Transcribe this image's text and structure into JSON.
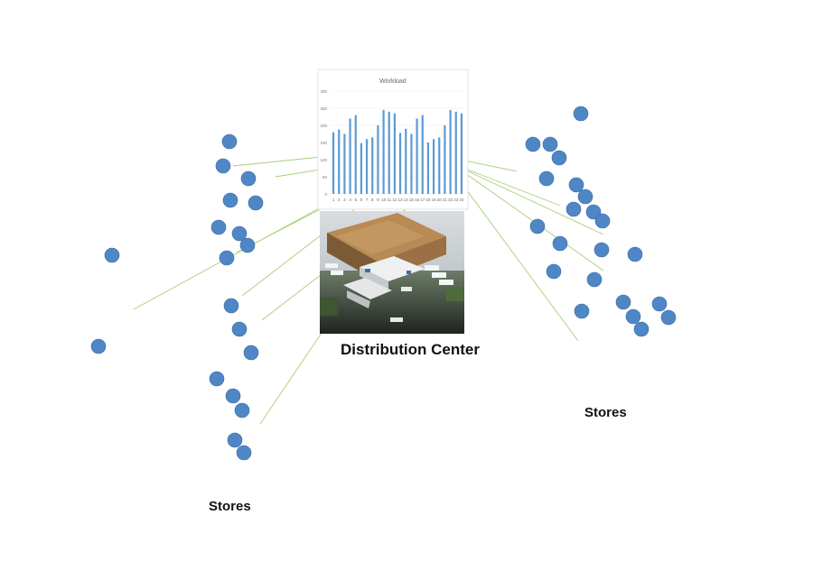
{
  "labels": {
    "distribution_center": "Distribution Center",
    "stores_left": "Stores",
    "stores_right": "Stores"
  },
  "colors": {
    "store_fill": "#4f86c6",
    "store_stroke": "#3a6aa2",
    "link": "#a6cf7c",
    "arrow": "#79b84b",
    "bar": "#5b9bd5"
  },
  "chart_data": {
    "type": "bar",
    "title": "Workload",
    "categories": [
      "1",
      "2",
      "3",
      "4",
      "5",
      "6",
      "7",
      "8",
      "9",
      "10",
      "11",
      "12",
      "13",
      "14",
      "15",
      "16",
      "17",
      "18",
      "19",
      "20",
      "21",
      "22",
      "23",
      "24"
    ],
    "values": [
      180,
      188,
      175,
      220,
      230,
      148,
      160,
      165,
      200,
      245,
      240,
      235,
      178,
      190,
      175,
      220,
      230,
      150,
      160,
      165,
      200,
      245,
      240,
      235
    ],
    "yticks": [
      0,
      50,
      100,
      150,
      200,
      250,
      300
    ],
    "ylim": [
      0,
      300
    ],
    "grid": true
  },
  "image": {
    "name": "distribution-center-photo"
  }
}
